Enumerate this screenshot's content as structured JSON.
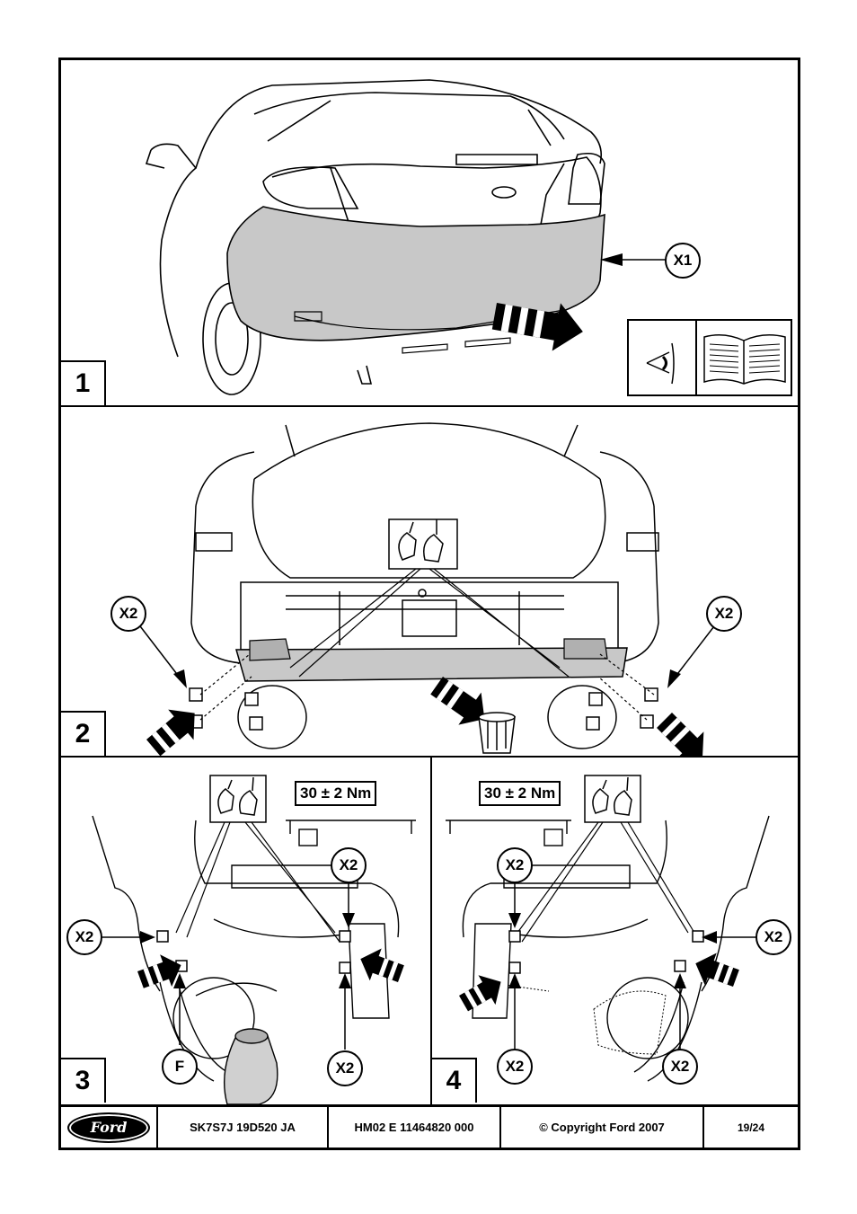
{
  "panels": [
    {
      "step": "1",
      "callouts": [
        "X1"
      ]
    },
    {
      "step": "2",
      "callouts": [
        "X2",
        "X2"
      ]
    },
    {
      "step": "3",
      "torque": "30 ± 2 Nm",
      "callouts": [
        "X2",
        "X2",
        "F",
        "X2"
      ]
    },
    {
      "step": "4",
      "torque": "30 ± 2 Nm",
      "callouts": [
        "X2",
        "X2",
        "X2",
        "X2"
      ]
    }
  ],
  "footer": {
    "logo": "Ford",
    "part_number": "SK7S7J 19D520 JA",
    "document_code": "HM02 E 11464820 000",
    "copyright": "© Copyright Ford  2007",
    "page": "19/24"
  },
  "icons": [
    "look-icon",
    "manual-book-icon",
    "hand-tool-icon",
    "bolt-icon",
    "bin-icon"
  ]
}
